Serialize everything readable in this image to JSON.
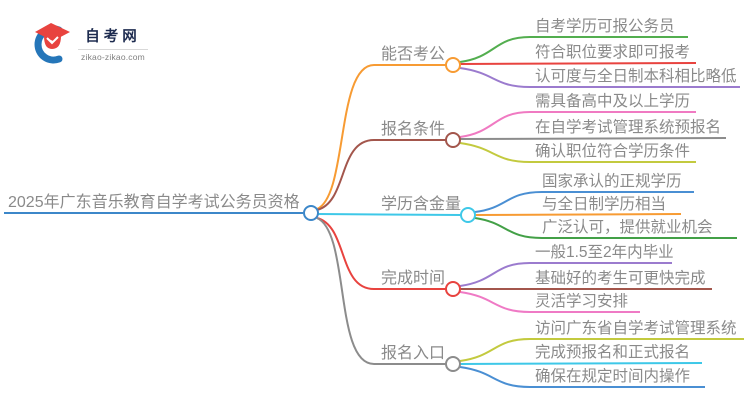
{
  "logo": {
    "title": "自考网",
    "domain": "zikao-zikao.com",
    "colors": {
      "crescent": "#2576b9",
      "cap": "#e8433f",
      "title_text": "#1d2b4f"
    }
  },
  "theme": {
    "label_text_color": "#8a8a8a",
    "node_fill": "#ffffff"
  },
  "root": {
    "label": "2025年广东音乐教育自学考试公务员资格",
    "color": "#3c87c9"
  },
  "branches": [
    {
      "label": "能否考公",
      "color": "#f79b33",
      "children": [
        {
          "label": "自考学历可报公务员",
          "color": "#53ae4f"
        },
        {
          "label": "符合职位要求即可报考",
          "color": "#e8433f"
        },
        {
          "label": "认可度与全日制本科相比略低",
          "color": "#9b7bce"
        }
      ]
    },
    {
      "label": "报名条件",
      "color": "#a3564c",
      "children": [
        {
          "label": "需具备高中及以上学历",
          "color": "#f07ac2"
        },
        {
          "label": "在自学考试管理系统预报名",
          "color": "#8c8c8c"
        },
        {
          "label": "确认职位符合学历条件",
          "color": "#c3ca3f"
        }
      ]
    },
    {
      "label": "学历含金量",
      "color": "#3ec8e8",
      "children": [
        {
          "label": "国家承认的正规学历",
          "color": "#4a8fd3"
        },
        {
          "label": "与全日制学历相当",
          "color": "#f79b33"
        },
        {
          "label": "广泛认可，提供就业机会",
          "color": "#43a047"
        }
      ]
    },
    {
      "label": "完成时间",
      "color": "#e8433f",
      "children": [
        {
          "label": "一般1.5至2年内毕业",
          "color": "#9b7bce"
        },
        {
          "label": "基础好的考生可更快完成",
          "color": "#a3564c"
        },
        {
          "label": "灵活学习安排",
          "color": "#ef7ac5"
        }
      ]
    },
    {
      "label": "报名入口",
      "color": "#8c8c8c",
      "children": [
        {
          "label": "访问广东省自学考试管理系统",
          "color": "#c3ca3f"
        },
        {
          "label": "完成预报名和正式报名",
          "color": "#3ec8e8"
        },
        {
          "label": "确保在规定时间内操作",
          "color": "#4a8fd3"
        }
      ]
    }
  ]
}
